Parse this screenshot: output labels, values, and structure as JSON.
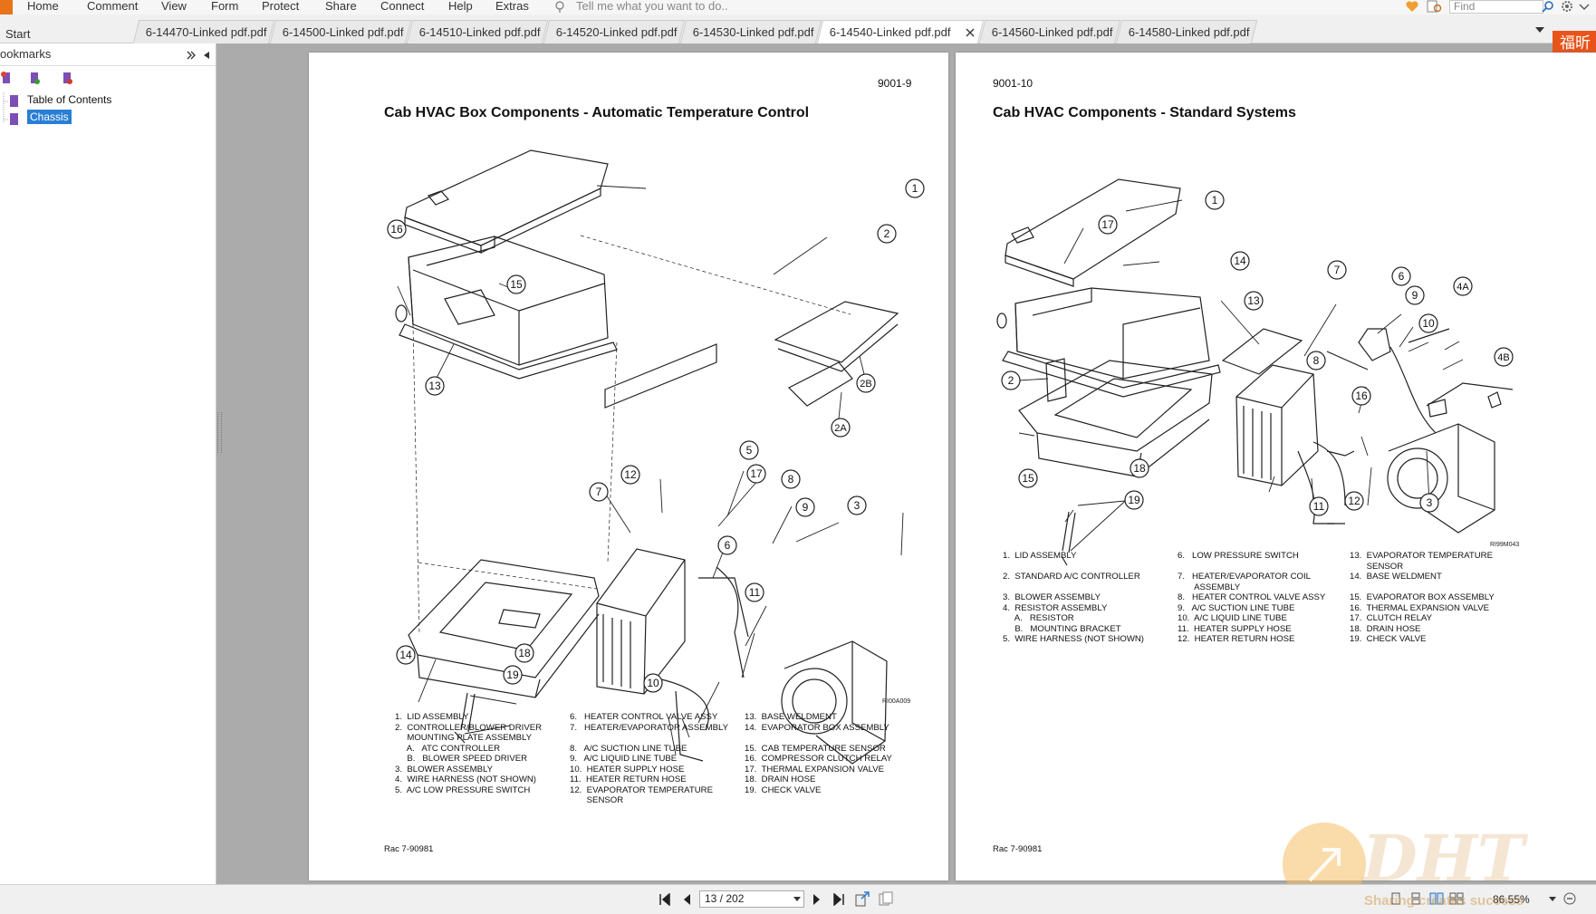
{
  "menu": {
    "items": [
      "Home",
      "Comment",
      "View",
      "Form",
      "Protect",
      "Share",
      "Connect",
      "Help",
      "Extras"
    ],
    "tell_me": "Tell me what you want to do..",
    "find_placeholder": "Find"
  },
  "tabs": {
    "start": "Start",
    "items": [
      "6-14470-Linked pdf.pdf",
      "6-14500-Linked pdf.pdf",
      "6-14510-Linked pdf.pdf",
      "6-14520-Linked pdf.pdf",
      "6-14530-Linked pdf.pdf",
      "6-14540-Linked pdf.pdf",
      "6-14560-Linked pdf.pdf",
      "6-14580-Linked pdf.pdf"
    ],
    "active_index": 5,
    "brand_button": "福昕"
  },
  "bookmarks": {
    "header": "ookmarks",
    "items": [
      "Table of Contents",
      "Chassis"
    ],
    "selected": "Chassis"
  },
  "left_page": {
    "page_number": "9001-9",
    "title": "Cab HVAC Box Components - Automatic Temperature Control",
    "figure_code": "RI00A009",
    "callouts": [
      "1",
      "2",
      "2A",
      "2B",
      "3",
      "5",
      "6",
      "7",
      "8",
      "9",
      "10",
      "11",
      "12",
      "13",
      "14",
      "15",
      "16",
      "17",
      "18",
      "19"
    ],
    "legend_col1": "1.  LID ASSEMBLY\n2.  CONTROLLER/BLOWER DRIVER\n     MOUNTING PLATE ASSEMBLY\n     A.   ATC CONTROLLER\n     B.   BLOWER SPEED DRIVER\n3.  BLOWER ASSEMBLY\n4.  WIRE HARNESS (NOT SHOWN)\n5.  A/C LOW PRESSURE SWITCH",
    "legend_col2": "6.   HEATER CONTROL VALVE ASSY\n7.   HEATER/EVAPORATOR ASSEMBLY\n\n8.   A/C SUCTION LINE TUBE\n9.   A/C LIQUID LINE TUBE\n10.  HEATER SUPPLY HOSE\n11.  HEATER RETURN HOSE\n12.  EVAPORATOR TEMPERATURE\n       SENSOR",
    "legend_col3": "13.  BASE WELDMENT\n14.  EVAPORATOR BOX ASSEMBLY\n\n15.  CAB TEMPERATURE SENSOR\n16.  COMPRESSOR CLUTCH RELAY\n17.  THERMAL EXPANSION VALVE\n18.  DRAIN HOSE\n19.  CHECK VALVE",
    "footer": "Rac 7-90981"
  },
  "right_page": {
    "page_number": "9001-10",
    "title": "Cab HVAC Components - Standard Systems",
    "figure_code": "RI99M043",
    "callouts": [
      "1",
      "2",
      "3",
      "4A",
      "4B",
      "6",
      "7",
      "8",
      "9",
      "10",
      "11",
      "12",
      "13",
      "14",
      "15",
      "16",
      "17",
      "18",
      "19"
    ],
    "legend_col1": "1.  LID ASSEMBLY\n\n2.  STANDARD A/C CONTROLLER\n\n3.  BLOWER ASSEMBLY\n4.  RESISTOR ASSEMBLY\n     A.   RESISTOR\n     B.   MOUNTING BRACKET\n5.  WIRE HARNESS (NOT SHOWN)",
    "legend_col2": "6.   LOW PRESSURE SWITCH\n\n7.   HEATER/EVAPORATOR COIL\n       ASSEMBLY\n8.   HEATER CONTROL VALVE ASSY\n9.   A/C SUCTION LINE TUBE\n10.  A/C LIQUID LINE TUBE\n11.  HEATER SUPPLY HOSE\n12.  HEATER RETURN HOSE",
    "legend_col3": "13.  EVAPORATOR TEMPERATURE\n       SENSOR\n14.  BASE WELDMENT\n\n15.  EVAPORATOR BOX ASSEMBLY\n16.  THERMAL EXPANSION VALVE\n17.  CLUTCH RELAY\n18.  DRAIN HOSE\n19.  CHECK VALVE",
    "footer": "Rac 7-90981"
  },
  "status": {
    "page_indicator": "13 / 202",
    "zoom": "86.55%"
  },
  "watermark": {
    "logo": "DHT",
    "tagline": "Sharing creates success"
  },
  "colors": {
    "accent_orange": "#e8731a",
    "brand_red": "#e8541a",
    "selection_blue": "#2a7fd4"
  }
}
